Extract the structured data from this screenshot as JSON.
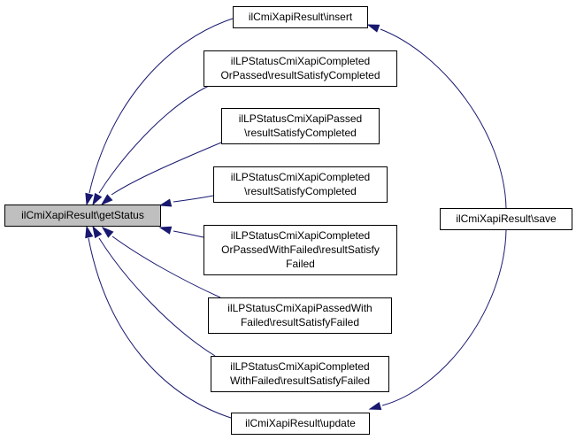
{
  "graph": {
    "nodes": [
      {
        "id": "getStatus",
        "lines": [
          "ilCmiXapiResult\\getStatus"
        ],
        "root": true
      },
      {
        "id": "insert",
        "lines": [
          "ilCmiXapiResult\\insert"
        ]
      },
      {
        "id": "cop",
        "lines": [
          "ilLPStatusCmiXapiCompleted",
          "OrPassed\\resultSatisfyCompleted"
        ]
      },
      {
        "id": "passed",
        "lines": [
          "ilLPStatusCmiXapiPassed",
          "\\resultSatisfyCompleted"
        ]
      },
      {
        "id": "completed",
        "lines": [
          "ilLPStatusCmiXapiCompleted",
          "\\resultSatisfyCompleted"
        ]
      },
      {
        "id": "copwf",
        "lines": [
          "ilLPStatusCmiXapiCompleted",
          "OrPassedWithFailed\\resultSatisfy",
          "Failed"
        ]
      },
      {
        "id": "pwf",
        "lines": [
          "ilLPStatusCmiXapiPassedWith",
          "Failed\\resultSatisfyFailed"
        ]
      },
      {
        "id": "cwf",
        "lines": [
          "ilLPStatusCmiXapiCompleted",
          "WithFailed\\resultSatisfyFailed"
        ]
      },
      {
        "id": "update",
        "lines": [
          "ilCmiXapiResult\\update"
        ]
      },
      {
        "id": "save",
        "lines": [
          "ilCmiXapiResult\\save"
        ]
      }
    ],
    "edges": [
      {
        "from": "insert",
        "to": "getStatus"
      },
      {
        "from": "cop",
        "to": "getStatus"
      },
      {
        "from": "passed",
        "to": "getStatus"
      },
      {
        "from": "completed",
        "to": "getStatus"
      },
      {
        "from": "copwf",
        "to": "getStatus"
      },
      {
        "from": "pwf",
        "to": "getStatus"
      },
      {
        "from": "cwf",
        "to": "getStatus"
      },
      {
        "from": "update",
        "to": "getStatus"
      },
      {
        "from": "save",
        "to": "insert"
      },
      {
        "from": "save",
        "to": "update"
      }
    ]
  },
  "colors": {
    "edge": "#191970",
    "node_border": "#000000",
    "node_fill": "#ffffff",
    "root_fill": "#bfbfbf"
  }
}
